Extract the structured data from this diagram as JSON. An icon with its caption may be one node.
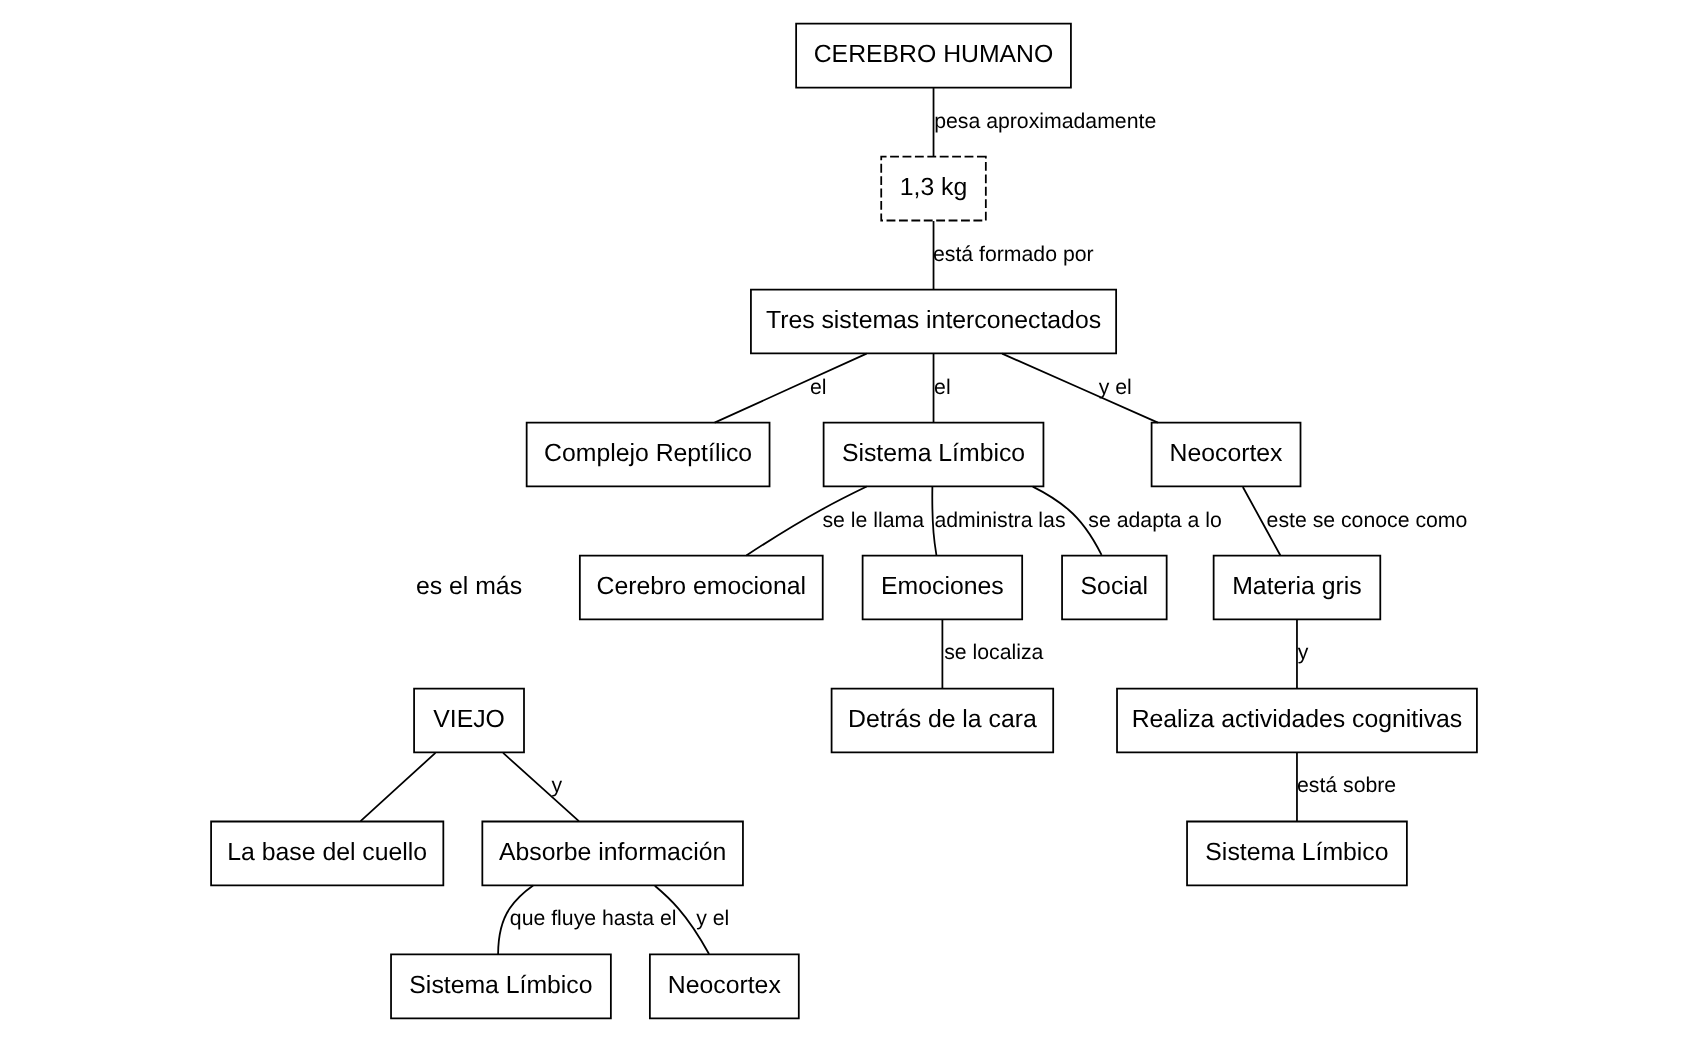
{
  "diagram": {
    "nodes": [
      {
        "text": [
          "CEREBRO HUMANO"
        ]
      },
      {
        "text": [
          "1,3 kg"
        ]
      },
      {
        "text": [
          "Tres sistemas interconectados"
        ]
      },
      {
        "text": [
          "Complejo Reptílico"
        ]
      },
      {
        "text": [
          "Sistema Límbico"
        ]
      },
      {
        "text": [
          "Neocortex"
        ]
      },
      {
        "text": [
          "VIEJO"
        ]
      },
      {
        "text": [
          "Cerebro emocional"
        ]
      },
      {
        "text": [
          "Emociones"
        ]
      },
      {
        "text": [
          "Social"
        ]
      },
      {
        "text": [
          "Materia gris"
        ]
      },
      {
        "text": [
          "La base del cuello"
        ]
      },
      {
        "text": [
          "Absorbe información"
        ]
      },
      {
        "text": [
          "Detrás de la cara"
        ]
      },
      {
        "text": [
          "Realiza actividades cognitivas"
        ]
      },
      {
        "text": [
          "Sistema Límbico"
        ]
      },
      {
        "text": [
          "Neocortex"
        ]
      },
      {
        "text": [
          "Sistema Límbico"
        ]
      }
    ],
    "edges": [
      {
        "from": 0,
        "to": 1,
        "arrow": "none",
        "label": "pesa aproximadamente"
      },
      {
        "from": 1,
        "to": 2,
        "arrow": "none",
        "label": "está formado por"
      },
      {
        "from": 2,
        "to": 3,
        "arrow": "none",
        "label": "el"
      },
      {
        "from": 2,
        "to": 4,
        "arrow": "none",
        "label": "el"
      },
      {
        "from": 2,
        "to": 5,
        "arrow": "none",
        "label": "y el"
      },
      {
        "from": 4,
        "to": 7,
        "arrow": "none",
        "label": "se le llama"
      },
      {
        "from": 4,
        "to": 8,
        "arrow": "none",
        "label": "administra las"
      },
      {
        "from": 4,
        "to": 9,
        "arrow": "none",
        "label": "se adapta a lo"
      },
      {
        "from": 5,
        "to": 10,
        "arrow": "none",
        "label": "este se conoce como"
      },
      {
        "from": 6,
        "to": 11,
        "arrow": "none"
      },
      {
        "from": 6,
        "to": 12,
        "arrow": "none",
        "label": "y"
      },
      {
        "from": 8,
        "to": 13,
        "arrow": "none",
        "label": "se localiza"
      },
      {
        "from": 10,
        "to": 14,
        "arrow": "none",
        "label": "y"
      },
      {
        "from": 12,
        "to": 15,
        "arrow": "none",
        "label": "que fluye hasta el"
      },
      {
        "from": 12,
        "to": 16,
        "arrow": "none",
        "label": "y el"
      },
      {
        "from": 14,
        "to": 17,
        "arrow": "none",
        "label": "está sobre"
      }
    ],
    "labels": [
      "es el más"
    ]
  }
}
